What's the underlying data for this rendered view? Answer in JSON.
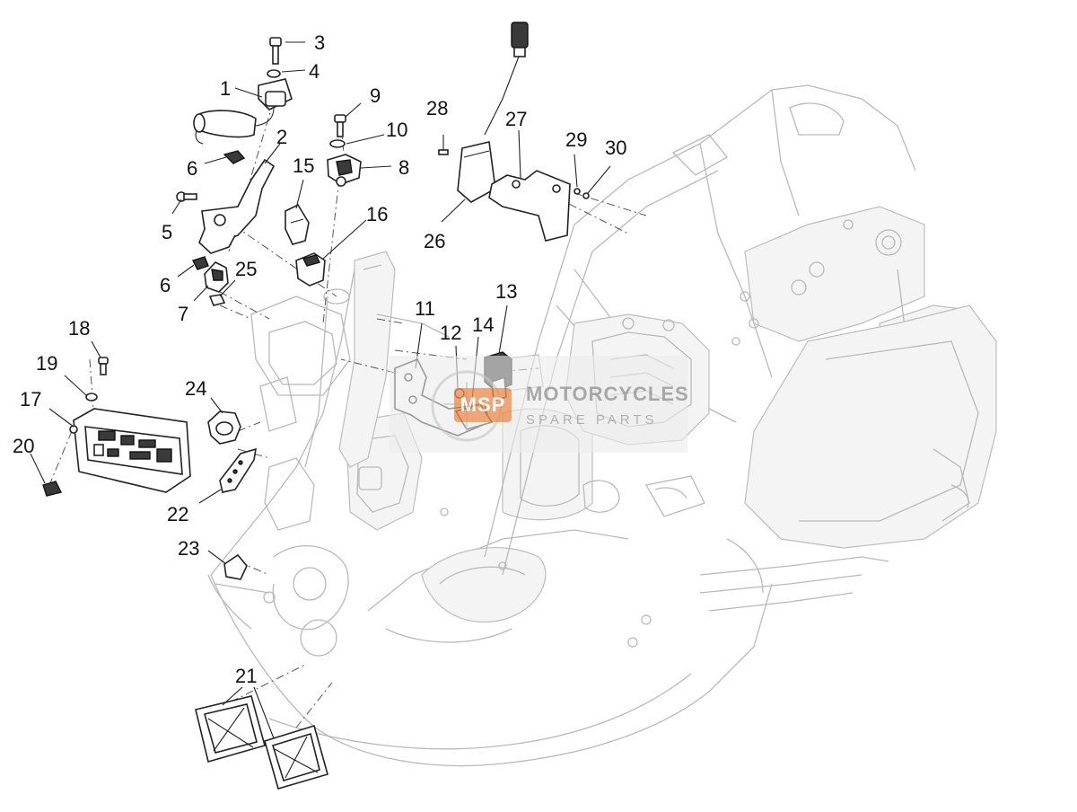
{
  "diagram": {
    "callouts": [
      {
        "id": "1",
        "label": "1"
      },
      {
        "id": "2",
        "label": "2"
      },
      {
        "id": "3",
        "label": "3"
      },
      {
        "id": "4",
        "label": "4"
      },
      {
        "id": "5",
        "label": "5"
      },
      {
        "id": "6a",
        "label": "6"
      },
      {
        "id": "6b",
        "label": "6"
      },
      {
        "id": "7",
        "label": "7"
      },
      {
        "id": "8",
        "label": "8"
      },
      {
        "id": "9",
        "label": "9"
      },
      {
        "id": "10",
        "label": "10"
      },
      {
        "id": "11",
        "label": "11"
      },
      {
        "id": "12",
        "label": "12"
      },
      {
        "id": "13",
        "label": "13"
      },
      {
        "id": "14",
        "label": "14"
      },
      {
        "id": "15",
        "label": "15"
      },
      {
        "id": "16",
        "label": "16"
      },
      {
        "id": "17",
        "label": "17"
      },
      {
        "id": "18",
        "label": "18"
      },
      {
        "id": "19",
        "label": "19"
      },
      {
        "id": "20",
        "label": "20"
      },
      {
        "id": "21",
        "label": "21"
      },
      {
        "id": "22",
        "label": "22"
      },
      {
        "id": "23",
        "label": "23"
      },
      {
        "id": "24",
        "label": "24"
      },
      {
        "id": "25",
        "label": "25"
      },
      {
        "id": "26",
        "label": "26"
      },
      {
        "id": "27",
        "label": "27"
      },
      {
        "id": "28",
        "label": "28"
      },
      {
        "id": "29",
        "label": "29"
      },
      {
        "id": "30",
        "label": "30"
      }
    ]
  },
  "watermark": {
    "logo_text": "MSP",
    "title": "MOTORCYCLES",
    "subtitle": "SPARE PARTS"
  },
  "colors": {
    "watermark_orange": "#e8772e",
    "watermark_grey": "#8a8a8a",
    "line": "#222222",
    "frame": "#b9b9b9"
  }
}
